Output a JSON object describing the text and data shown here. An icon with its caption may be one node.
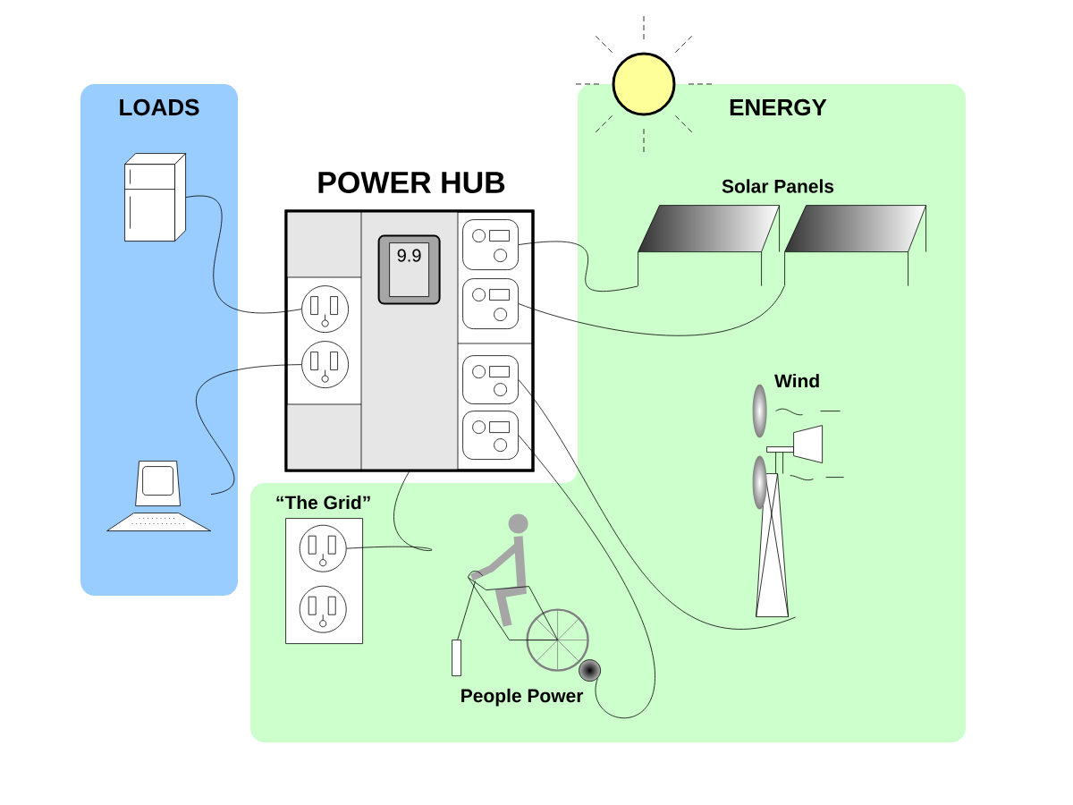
{
  "diagram": {
    "nodes": [
      {
        "text": [
          "LOADS"
        ]
      },
      {
        "text": [],
        "shape": "picture",
        "in": 0
      },
      {
        "text": [],
        "shape": "picture",
        "in": 0
      },
      {
        "text": [
          "ENERGY"
        ]
      },
      {
        "text": [],
        "shape": "picture",
        "in": 3
      },
      {
        "text": [],
        "shape": "picture",
        "in": 3
      },
      {
        "text": [
          "Wind"
        ],
        "in": 3
      },
      {
        "text": [
          "POWER HUB"
        ]
      },
      {
        "text": [
          "9.9"
        ],
        "in": 7
      },
      {
        "text": [],
        "shape": "picture",
        "in": 7
      },
      {
        "text": [],
        "shape": "picture",
        "in": 7
      },
      {
        "text": [],
        "shape": "picture",
        "in": 7
      },
      {
        "text": [],
        "shape": "picture",
        "in": 7
      },
      {
        "text": [],
        "shape": "picture",
        "in": 7
      },
      {
        "text": [],
        "shape": "picture",
        "in": 7
      },
      {
        "text": [
          "“The Grid”"
        ],
        "in": 3
      },
      {
        "text": [],
        "shape": "picture",
        "in": 15
      },
      {
        "text": [],
        "shape": "picture",
        "in": 15
      },
      {
        "text": [
          "People Power"
        ],
        "in": 3
      },
      {
        "text": [],
        "shape": "circle",
        "in": 3
      }
    ],
    "edges": [
      {
        "from": 1,
        "to": 9,
        "arrow": "none"
      },
      {
        "from": 2,
        "to": 10,
        "arrow": "none"
      },
      {
        "from": 11,
        "to": 4,
        "arrow": "none"
      },
      {
        "from": 12,
        "to": 5,
        "arrow": "none"
      },
      {
        "from": 13,
        "to": 6,
        "arrow": "none"
      },
      {
        "from": 14,
        "to": 19,
        "arrow": "none"
      },
      {
        "from": 7,
        "to": 16,
        "arrow": "none"
      }
    ],
    "labels": [
      "Solar Panels"
    ]
  }
}
